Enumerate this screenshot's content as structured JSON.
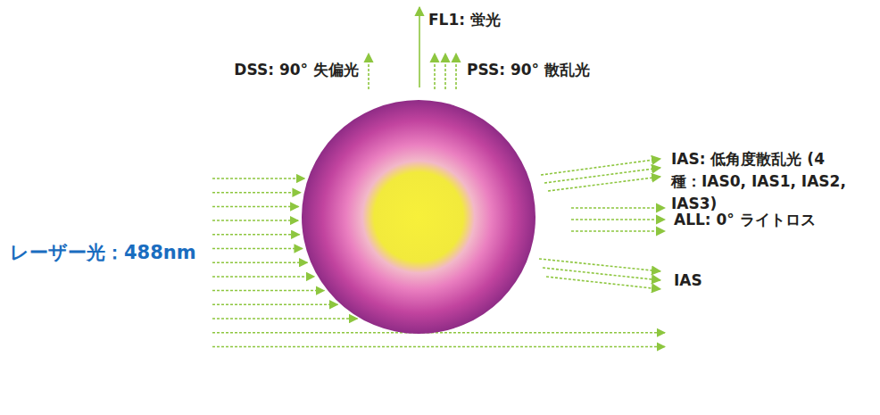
{
  "diagram": {
    "labels": [
      "FL1: 蛍光",
      "DSS: 90° 失偏光",
      "PSS: 90° 散乱光",
      "IAS: 低角度散乱光 (4 種：IAS0, IAS1, IAS2, IAS3)",
      "レーザー光：488nm",
      "ALL: 0° ライトロス",
      "IAS"
    ]
  }
}
